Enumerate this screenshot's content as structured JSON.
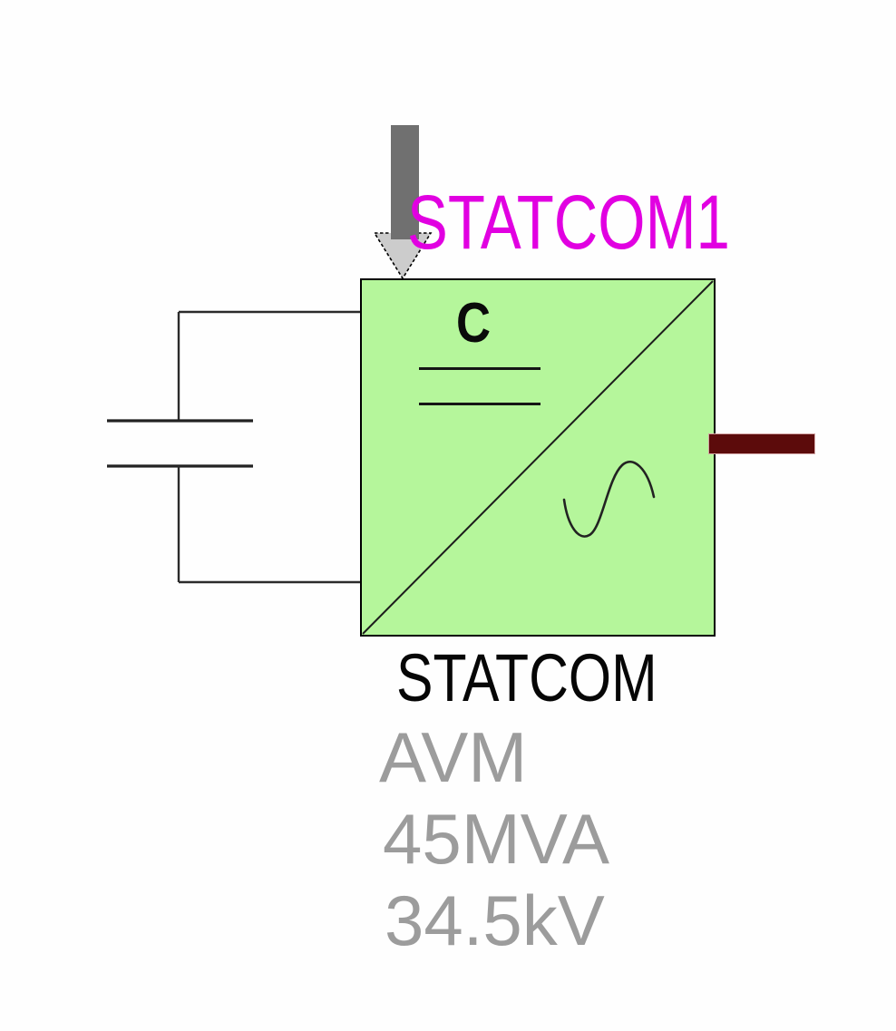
{
  "device": {
    "name": "STATCOM1",
    "type_label": "STATCOM",
    "model": "AVM",
    "rating_mva": "45MVA",
    "rating_kv": "34.5kV",
    "dc_symbol": "C"
  },
  "icons": {
    "control_arrow": "down-arrow",
    "ac_side": "sine-wave",
    "dc_side": "capacitance-double-line",
    "left_circuit": "dc-link-capacitor",
    "right_terminal": "ac-terminal-bar"
  },
  "colors": {
    "block_fill": "#b5f69b",
    "name_color": "#e100e1",
    "detail_color": "#9c9c9c",
    "terminal_color": "#5c0b0b",
    "arrow_shaft": "#707070",
    "arrow_head": "#cccccc",
    "wire_color": "#2b2b2b"
  }
}
